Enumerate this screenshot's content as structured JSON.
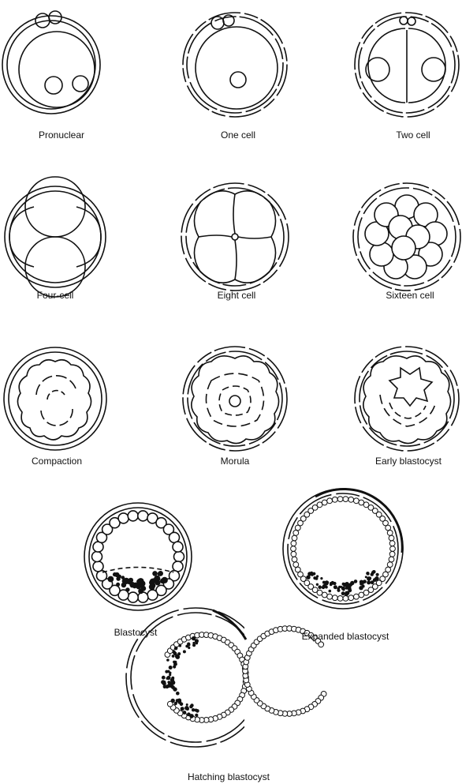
{
  "figure": {
    "ink_color": "#111111",
    "background": "#ffffff",
    "stages": [
      {
        "id": "pronuclear",
        "label": "Pronuclear"
      },
      {
        "id": "one-cell",
        "label": "One cell"
      },
      {
        "id": "two-cell",
        "label": "Two cell"
      },
      {
        "id": "four-cell",
        "label": "Four-cell"
      },
      {
        "id": "eight-cell",
        "label": "Eight cell"
      },
      {
        "id": "sixteen-cell",
        "label": "Sixteen cell"
      },
      {
        "id": "compaction",
        "label": "Compaction"
      },
      {
        "id": "morula",
        "label": "Morula"
      },
      {
        "id": "early-blastocyst",
        "label": "Early blastocyst"
      },
      {
        "id": "blastocyst",
        "label": "Blastocyst"
      },
      {
        "id": "expanded-blastocyst",
        "label": "Expanded blastocyst"
      },
      {
        "id": "hatching-blastocyst",
        "label": "Hatching blastocyst"
      }
    ]
  }
}
